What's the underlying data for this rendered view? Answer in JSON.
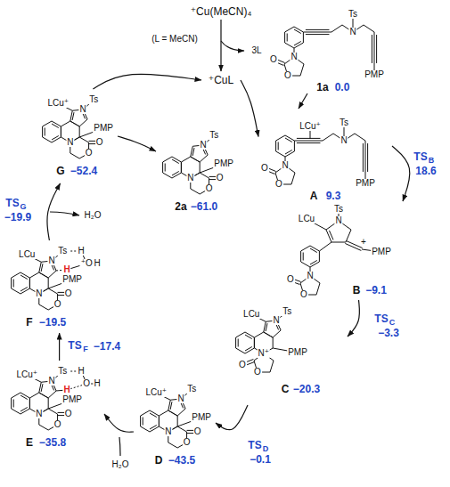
{
  "diagram": {
    "nodes": [
      {
        "text": [
          "⁺Cu(MeCN)₄"
        ]
      },
      {
        "text": [
          "⁺CuL"
        ]
      },
      {
        "text": [
          "Ts",
          "N",
          "N",
          "O",
          "O",
          "PMP",
          "1a",
          "0.0"
        ]
      },
      {
        "text": [
          "LCu⁺",
          "Ts",
          "N",
          "N",
          "O",
          "O",
          "PMP",
          "A",
          "9.3"
        ]
      },
      {
        "text": [
          "LCu",
          "Ts",
          "N",
          "+",
          "PMP",
          "N",
          "O",
          "O",
          "B",
          "−9.1"
        ]
      },
      {
        "text": [
          "LCu",
          "N",
          "Ts",
          "N⁺",
          "O",
          "O",
          "PMP",
          "C",
          "−20.3"
        ]
      },
      {
        "text": [
          "LCu⁺",
          "N",
          "Ts",
          "PMP",
          "N",
          "O",
          "O",
          "D",
          "−43.5"
        ]
      },
      {
        "text": [
          "LCu⁺",
          "N",
          "Ts",
          "H",
          "O",
          "H",
          "H",
          "PMP",
          "N",
          "O",
          "O",
          "E",
          "−35.8"
        ]
      },
      {
        "text": [
          "LCu",
          "N",
          "Ts",
          "H",
          "⁺O",
          "H",
          "H",
          "PMP",
          "N",
          "O",
          "O",
          "F",
          "−19.5"
        ]
      },
      {
        "text": [
          "LCu⁺",
          "N",
          "Ts",
          "PMP",
          "N",
          "O",
          "O",
          "G",
          "−52.4"
        ]
      },
      {
        "text": [
          "N",
          "Ts",
          "PMP",
          "N",
          "O",
          "O",
          "2a",
          "−61.0"
        ]
      }
    ],
    "edges": [
      {
        "from": 0,
        "to": 1,
        "arrow": "to"
      },
      {
        "from": 1,
        "to": 3,
        "arrow": "to"
      },
      {
        "from": 2,
        "to": 3,
        "arrow": "to"
      },
      {
        "from": 3,
        "to": 4,
        "arrow": "to"
      },
      {
        "from": 4,
        "to": 5,
        "arrow": "to"
      },
      {
        "from": 5,
        "to": 6,
        "arrow": "to"
      },
      {
        "from": 6,
        "to": 7,
        "arrow": "to"
      },
      {
        "from": 7,
        "to": 8,
        "arrow": "to"
      },
      {
        "from": 8,
        "to": 9,
        "arrow": "to"
      },
      {
        "from": 9,
        "to": 1,
        "arrow": "to"
      },
      {
        "from": 9,
        "to": 10,
        "arrow": "to"
      }
    ],
    "labels": [
      "(L = MeCN)",
      "3L",
      "TS",
      "B",
      "18.6",
      "TS",
      "C",
      "−3.3",
      "TS",
      "D",
      "−0.1",
      "H₂O",
      "TS",
      "F",
      "−17.4",
      "H₂O",
      "TS",
      "G",
      "−19.9"
    ]
  }
}
